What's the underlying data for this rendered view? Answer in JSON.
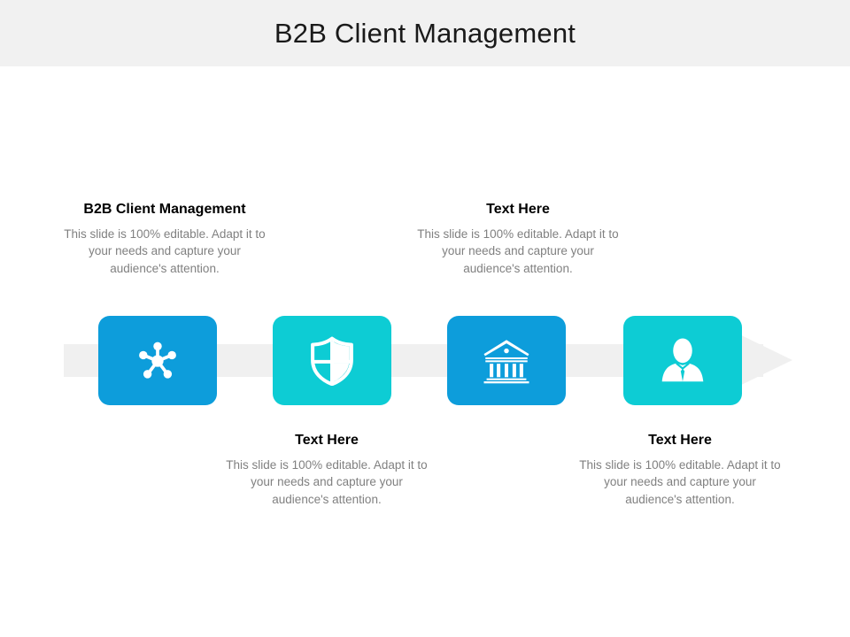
{
  "slide": {
    "title": "B2B Client Management",
    "background_color": "#FFFFFF",
    "title_band_color": "#F1F1F1"
  },
  "arrow": {
    "name": "process-arrow",
    "color": "#F0F0F0",
    "direction": "right"
  },
  "palette": {
    "blue": "#0D9DDB",
    "turquoise": "#0DCCD4",
    "heading_text": "#000000",
    "body_text": "#808080",
    "icon": "#FFFFFF"
  },
  "body_text_default": "This slide is 100% editable.  Adapt it to your needs and capture your audience's attention.",
  "steps": [
    {
      "index": 1,
      "heading": "B2B Client Management",
      "body": "This slide is 100% editable.  Adapt it to your needs and capture your audience's attention.",
      "icon": "network-hub-icon",
      "tile_color": "#0D9DDB",
      "text_position": "above"
    },
    {
      "index": 2,
      "heading": "Text Here",
      "body": "This slide is 100% editable.  Adapt it to your needs and capture your audience's attention.",
      "icon": "shield-icon",
      "tile_color": "#0DCCD4",
      "text_position": "below"
    },
    {
      "index": 3,
      "heading": "Text Here",
      "body": "This slide is 100% editable.  Adapt it to your needs and capture your audience's attention.",
      "icon": "bank-building-icon",
      "tile_color": "#0D9DDB",
      "text_position": "above"
    },
    {
      "index": 4,
      "heading": "Text Here",
      "body": "This slide is 100% editable.  Adapt it to your needs and capture your audience's attention.",
      "icon": "businessman-icon",
      "tile_color": "#0DCCD4",
      "text_position": "below"
    }
  ]
}
